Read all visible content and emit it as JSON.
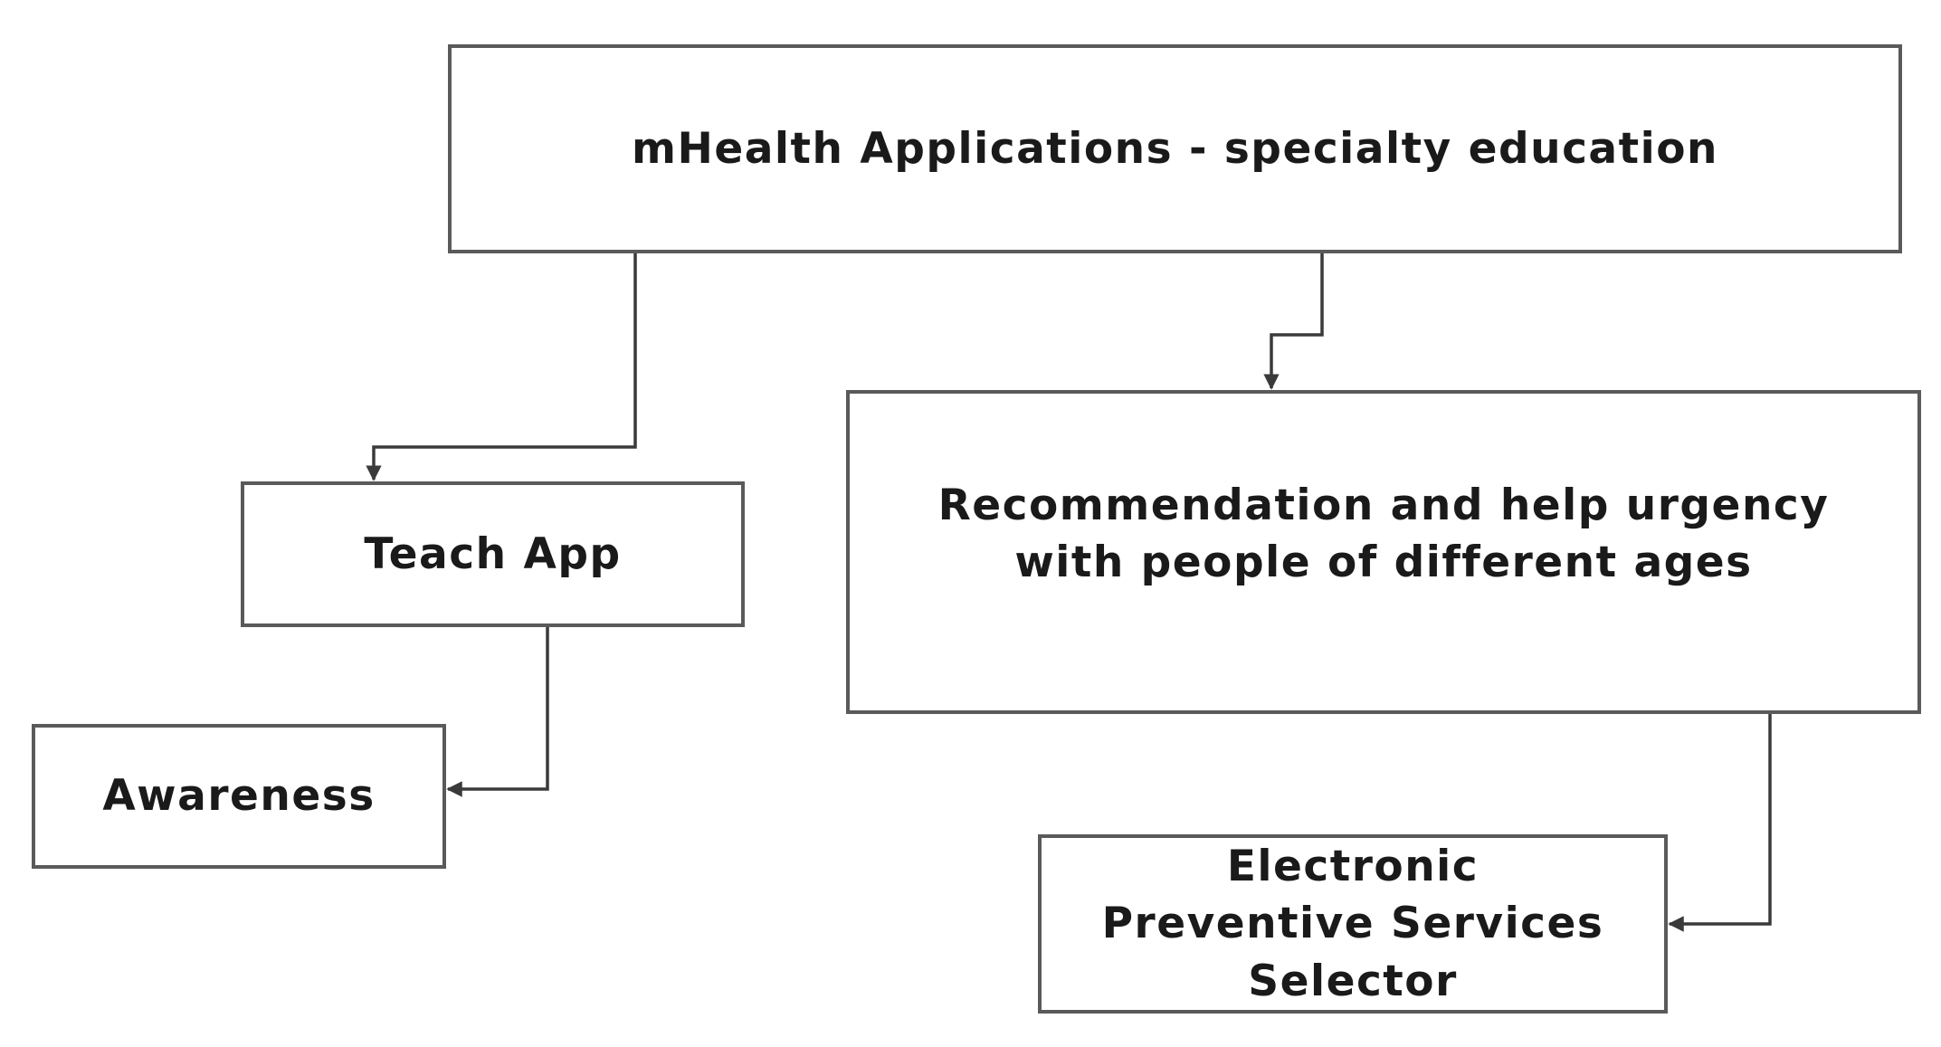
{
  "diagram": {
    "nodes": {
      "root": {
        "label": "mHealth Applications - specialty education"
      },
      "teach_app": {
        "label": "Teach App"
      },
      "awareness": {
        "label": "Awareness"
      },
      "recommendation": {
        "label": "Recommendation and help urgency with people of different ages"
      },
      "epss": {
        "label": "Electronic Preventive Services Selector"
      }
    },
    "edges": [
      {
        "from": "root",
        "to": "teach_app"
      },
      {
        "from": "root",
        "to": "recommendation"
      },
      {
        "from": "teach_app",
        "to": "awareness"
      },
      {
        "from": "recommendation",
        "to": "epss"
      }
    ],
    "colors": {
      "border": "#5a5a5a",
      "connector": "#3a3a3a",
      "text": "#1a1a1a"
    }
  }
}
